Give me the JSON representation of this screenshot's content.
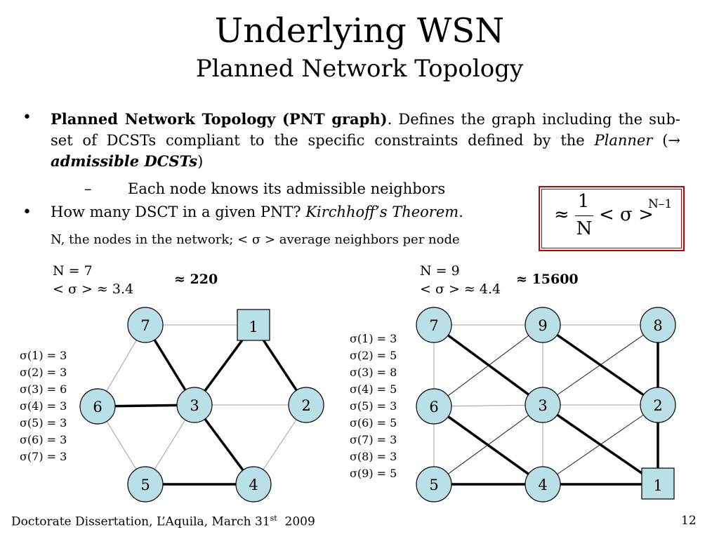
{
  "title": "Underlying WSN",
  "subtitle": "Planned Network Topology",
  "bullet1": {
    "bold": "Planned Network Topology (PNT graph)",
    "text": ". Defines the graph including the sub-set of DCSTs compliant to the specific constraints defined by the ",
    "planner": "Planner",
    "open": " (→ ",
    "emph": "admissible DCSTs",
    "close": ")"
  },
  "subbullet": {
    "dash": "–",
    "text": "Each node knows its admissible neighbors"
  },
  "bullet2": {
    "text": "How many DSCT in a given PNT? ",
    "emph": "Kirchhoff’s Theorem",
    "end": "."
  },
  "note": "N, the nodes in the network; < σ >  average neighbors per node",
  "formula": {
    "approx": "≈",
    "numerator": "1",
    "denominator": "N",
    "sigma": "< σ >",
    "exponent": "N–1"
  },
  "left_graph": {
    "n_label": "N = 7",
    "sigma_avg": "< σ > ≈ 3.4",
    "estimate": "≈ 220",
    "sigmas": [
      "σ(1) = 3",
      "σ(2) = 3",
      "σ(3) = 6",
      "σ(4) = 3",
      "σ(5) = 3",
      "σ(6) = 3",
      "σ(7) = 3"
    ]
  },
  "right_graph": {
    "n_label": "N = 9",
    "sigma_avg": "< σ > ≈ 4.4",
    "estimate": "≈ 15600",
    "sigmas": [
      "σ(1) = 3",
      "σ(2) = 5",
      "σ(3) = 8",
      "σ(4) = 5",
      "σ(5) = 3",
      "σ(6) = 5",
      "σ(7) = 3",
      "σ(8) = 3",
      "σ(9) = 5"
    ]
  },
  "footer": {
    "text": "Doctorate Dissertation, L’Aquila, March 31",
    "sup": "st",
    "year": "  2009",
    "page": "12"
  },
  "colors": {
    "node_fill": "#b9e0e6",
    "border_red": "#c00000",
    "thin_line": "#a0a0a0",
    "thick_line": "#000000"
  }
}
